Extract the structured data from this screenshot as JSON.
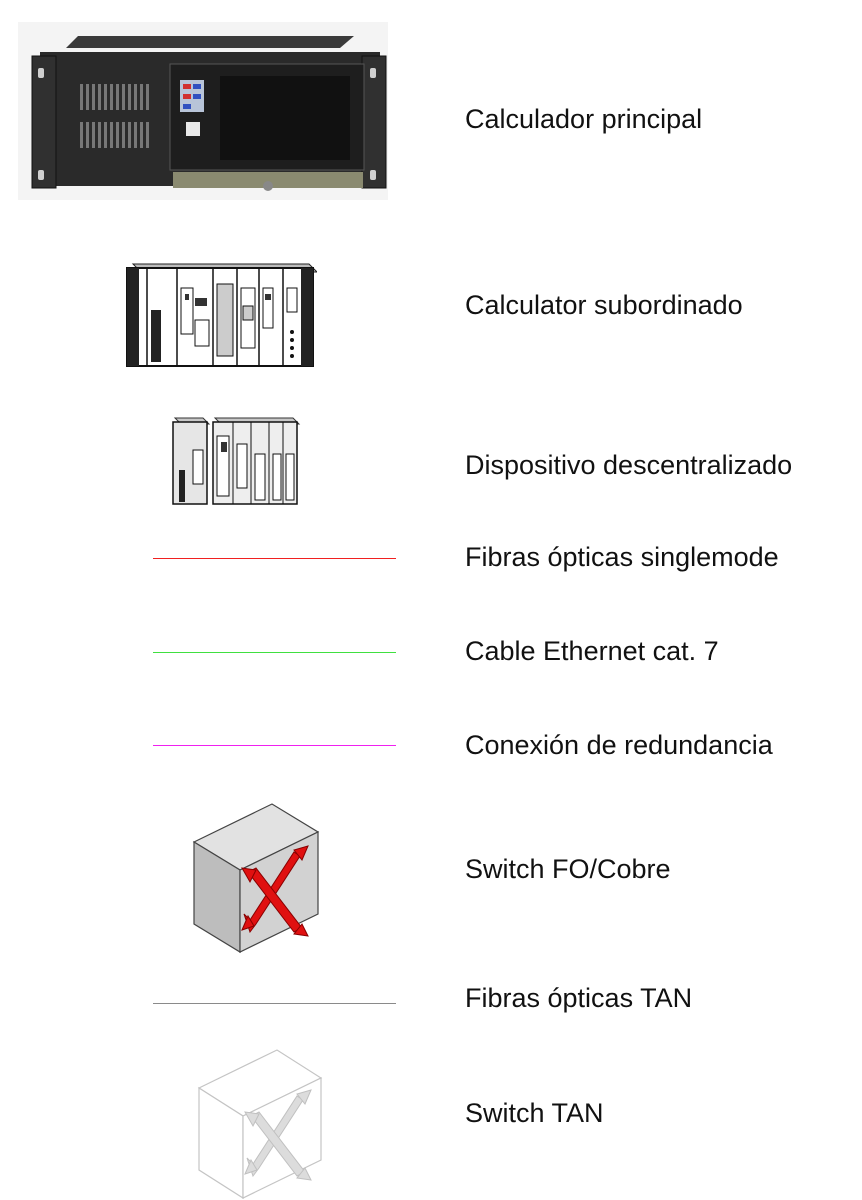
{
  "legend": {
    "items": [
      {
        "icon": "main-computer-icon",
        "label": "Calculador principal"
      },
      {
        "icon": "subordinate-plc-icon",
        "label": "Calculator subordinado"
      },
      {
        "icon": "decentralized-device-icon",
        "label": "Dispositivo descentralizado"
      },
      {
        "icon": "red-line-icon",
        "label": "Fibras ópticas singlemode",
        "color": "#f02020"
      },
      {
        "icon": "green-line-icon",
        "label": "Cable Ethernet cat. 7",
        "color": "#40e040"
      },
      {
        "icon": "magenta-line-icon",
        "label": "Conexión de redundancia",
        "color": "#f020f0"
      },
      {
        "icon": "switch-fo-copper-icon",
        "label": "Switch FO/Cobre"
      },
      {
        "icon": "gray-line-icon",
        "label": "Fibras ópticas TAN",
        "color": "#8a8a8a"
      },
      {
        "icon": "switch-tan-icon",
        "label": "Switch TAN"
      }
    ]
  }
}
